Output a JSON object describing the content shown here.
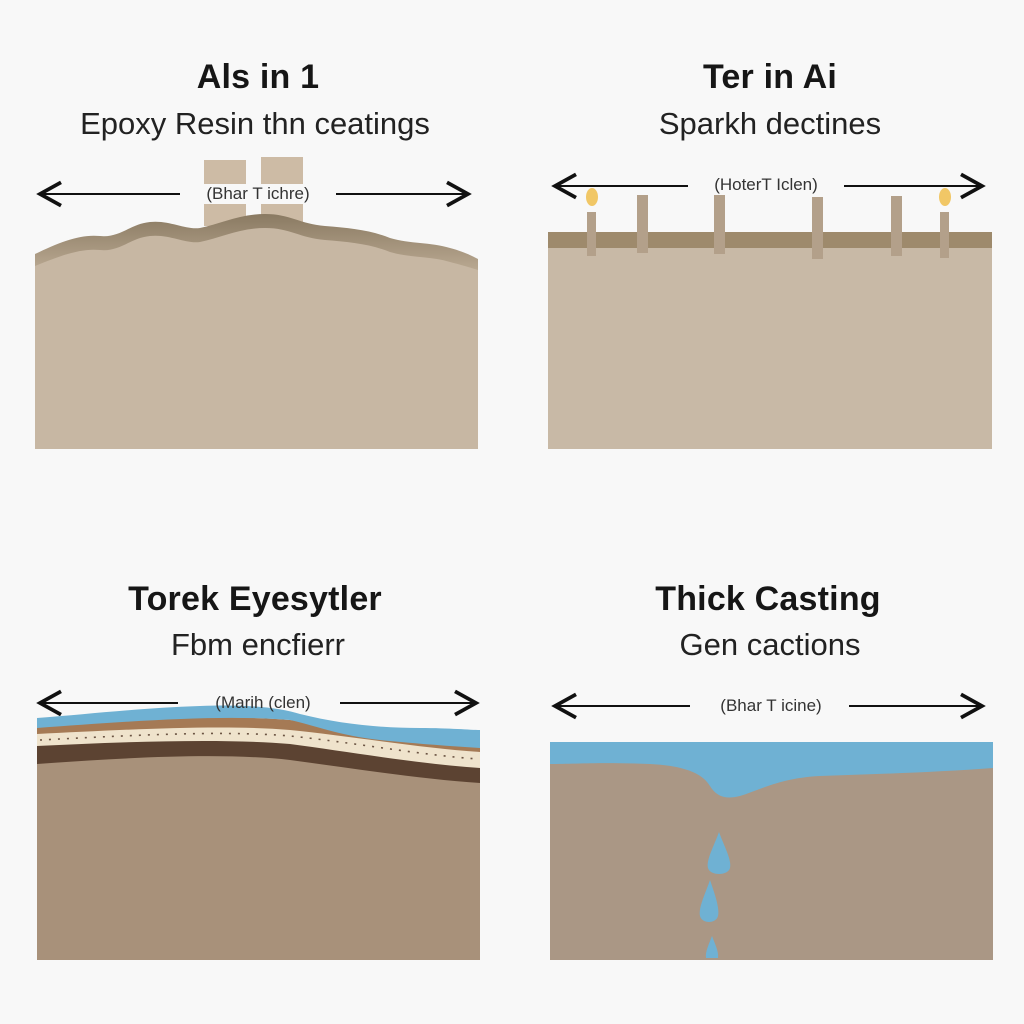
{
  "panels": [
    {
      "title": "Als in 1",
      "subtitle": "Epoxy Resin thn ceatings",
      "dimension_label": "(Bhar T ichre)"
    },
    {
      "title": "Ter in Ai",
      "subtitle": "Sparkh dectines",
      "dimension_label": "(HoterT Iclen)"
    },
    {
      "title": "Torek Eyesytler",
      "subtitle": "Fbm encfierr",
      "dimension_label": "(Marih (clen)"
    },
    {
      "title": "Thick Casting",
      "subtitle": "Gen cactions",
      "dimension_label": "(Bhar T icine)"
    }
  ],
  "colors": {
    "background": "#f8f8f8",
    "substrate_tan": "#c8b9a6",
    "substrate_brown": "#a8917a",
    "coating_blue": "#6fb1d3",
    "dark_band": "#5c4332",
    "cream_band": "#efe3cc",
    "post_color": "#b5a48e",
    "bead_yellow": "#f1c766",
    "top_strip": "#9e8a6c"
  },
  "icons": [
    "double-arrow-icon",
    "double-arrow-icon",
    "double-arrow-icon",
    "double-arrow-icon"
  ]
}
